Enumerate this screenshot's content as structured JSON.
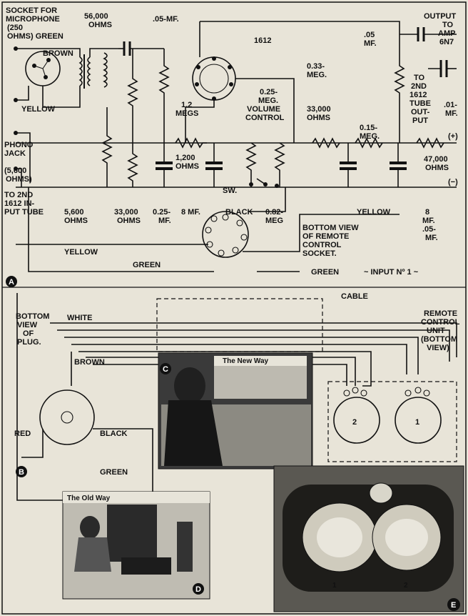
{
  "section_a": {
    "badge": "A",
    "labels": {
      "socket_mic": "SOCKET FOR",
      "microphone": "MICROPHONE",
      "ohms250": "(250",
      "ohms_green": "OHMS) GREEN",
      "brown": "BROWN",
      "yellow": "YELLOW",
      "phono": "PHONO",
      "jack": "JACK",
      "ohm5600a": "(5,600",
      "ohms_paren": "OHMS)",
      "to2nd": "TO 2ND",
      "tube1612in": "1612 IN-",
      "puttube": "PUT TUBE",
      "r56000a": "56,000",
      "ohms_a": "OHMS",
      "cap05a": ".05-MF.",
      "tube1612": "1612",
      "r12": "1.2",
      "megs": "MEGS",
      "vol025": "0.25-",
      "vol_meg": "MEG.",
      "volume": "VOLUME",
      "control": "CONTROL",
      "r1200": "1,200",
      "ohms1200": "OHMS",
      "r5600": "5,600",
      "ohms5600": "OHMS",
      "r33000b": "33,000",
      "ohms33b": "OHMS",
      "c025": "0.25-",
      "mf025": "MF.",
      "c8mf": "8 MF.",
      "sw": "SW.",
      "black": "BLACK",
      "r082": "0.82-",
      "meg082": "MEG",
      "r33000": "33,000",
      "ohms33": "OHMS",
      "r015": "0.15-",
      "meg015": "MEG.",
      "r033": "0.33-",
      "meg033": "MEG.",
      "c05b": ".05",
      "mf05b": "MF.",
      "out1": "OUTPUT",
      "out2": "TO",
      "out3": "AMP",
      "out4": "6N7",
      "to2nd_b": "TO",
      "to2nd_c": "2ND",
      "to2nd_d": "1612",
      "to2nd_e": "TUBE",
      "to2nd_f": "OUT-",
      "to2nd_g": "PUT",
      "c01": ".01-",
      "c01mf": "MF.",
      "plus": "(+)",
      "r47000": "47,000",
      "ohms47": "OHMS",
      "minus": "(−)",
      "yellow_r": "YELLOW",
      "c8b": "8",
      "c8bmf": "MF.",
      "c05c": ".05-",
      "c05cmf": "MF.",
      "bottom1": "BOTTOM VIEW",
      "bottom2": "OF REMOTE",
      "bottom3": "CONTROL",
      "bottom4": "SOCKET.",
      "yellow_b": "YELLOW",
      "green_b": "GREEN",
      "green_c": "GREEN",
      "input1": "~ INPUT Nº 1 ~"
    }
  },
  "section_b": {
    "badge": "B",
    "labels": {
      "bv1": "BOTTOM",
      "bv2": "VIEW",
      "bv3": "OF",
      "bv4": "PLUG.",
      "white": "WHITE",
      "brown": "BROWN",
      "red": "RED",
      "black": "BLACK",
      "green": "GREEN",
      "cable": "CABLE",
      "rc1": "REMOTE",
      "rc2": "CONTROL",
      "rc3": "UNIT",
      "rc4": "(BOTTOM",
      "rc5": "VIEW)",
      "pot2": "2",
      "pot1": "1"
    }
  },
  "section_c": {
    "badge": "C",
    "caption": "The New Way"
  },
  "section_d": {
    "badge": "D",
    "caption": "The Old Way"
  },
  "section_e": {
    "badge": "E",
    "dial1": "1",
    "dial2": "2"
  }
}
